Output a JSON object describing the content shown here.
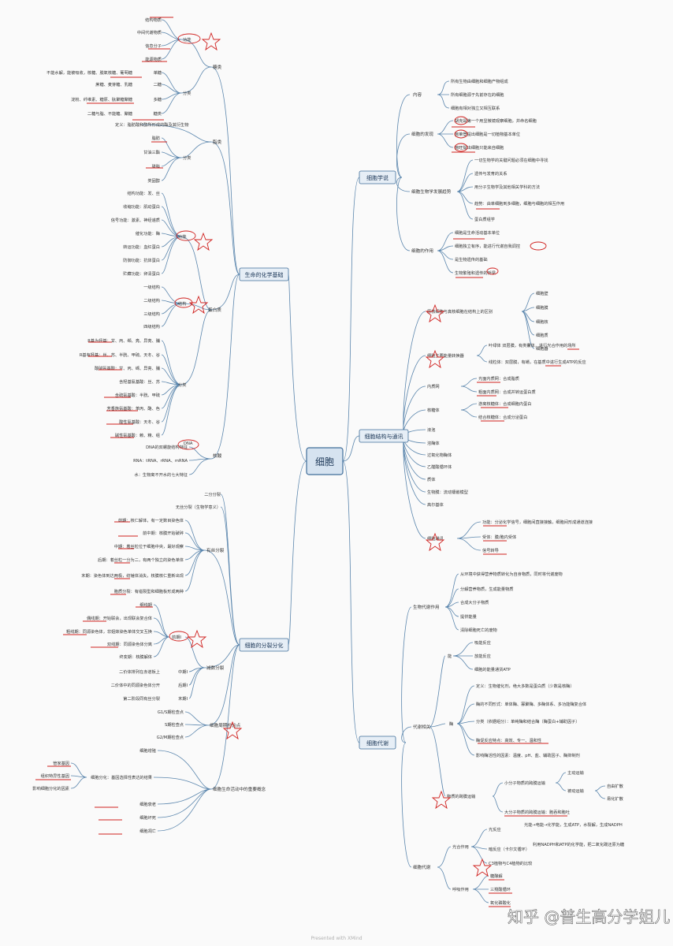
{
  "root": "细胞",
  "branches": {
    "chem": {
      "title": "生命的化学基础",
      "sugar": {
        "title": "糖类",
        "function_label": "功能",
        "functions": [
          "结构物质",
          "中间代谢物质",
          "信息分子",
          "能源物质"
        ],
        "class_label": "分类",
        "classes": [
          {
            "desc": "不能水解，能被吸收，核糖、脱氧核糖、葡萄糖",
            "name": "单糖"
          },
          {
            "desc": "蔗糖、麦芽糖、乳糖",
            "name": "二糖"
          },
          {
            "desc": "淀粉、纤维素、糖原、肽聚糖聚糖",
            "name": "多糖"
          },
          {
            "desc": "二糖与脂、不能糖、聚糖",
            "name": "糖类"
          }
        ]
      },
      "lipid": {
        "title": "脂类",
        "definition": "定义：脂肪酸和醇所形成的酯及其衍生物",
        "class_label": "分类",
        "classes": [
          "脂肪",
          "甘油三酯",
          "磷脂",
          "类固醇"
        ]
      },
      "protein": {
        "title": "蛋白质",
        "function_label": "功能",
        "functions": [
          "结构功能：发、丝",
          "收缩功能：肌动蛋白",
          "信号功能：激素、神经递质",
          "催化功能：酶",
          "转运功能：血红蛋白",
          "防御功能：抗体蛋白",
          "贮藏功能：卵清蛋白"
        ],
        "structure_label": "结构",
        "structures": [
          "一级结构",
          "二级结构",
          "三级结构",
          "四级结构"
        ],
        "class_label": "分类",
        "classes": [
          "R基为烃基：甘、丙、缬、亮、异亮、脯",
          "R基有羟基：丝、苏、半胱、甲硫、天冬、谷",
          "酸碱氨基酸：甘、丙、缬、异亮、脯",
          "含羟基氨基酸：丝、苏",
          "含硫氨基酸：半胱、甲硫",
          "芳香族氨基酸：苯丙、酪、色",
          "酸性氨基酸：天冬、谷",
          "碱性氨基酸：赖、精、组"
        ]
      },
      "nucleic": {
        "title": "核酸",
        "items": [
          "DNA的双螺旋结构特征",
          "RNA：tRNA、rRNA、mRNA"
        ],
        "dna_tag": "DNA",
        "water": "水：生物离不开水的七大特征"
      }
    },
    "division": {
      "title": "细胞的分裂分化",
      "items": [
        "二分分裂",
        "无丝分裂（生物学意义）"
      ],
      "mitosis": {
        "title": "有丝分裂",
        "phases": [
          "前期：核仁解体，有一定数目染色体",
          "前中期：核膜开始破碎",
          "中期：着丝粒位于细胞中央，最好观察",
          "后期：着丝粒一分为二，有两个独立的染色单体",
          "末期：染色体到达两极，纺锤体消失，核膜核仁重新出现",
          "胞质分裂：有缢裂型和细胞板形成两种"
        ]
      },
      "meiosis": {
        "title": "减数分裂",
        "phase1_label": "前期I",
        "phase1_items": [
          "细线期",
          "偶线期：开始联会，出现联会复合体",
          "粗线期：同源染色体，非姐妹染色单体交叉互换",
          "双线期：同源染色体分离",
          "终变期：核膜解体"
        ],
        "others": [
          {
            "desc": "二价体排列在赤道板上",
            "name": "中期I"
          },
          {
            "desc": "二价体中的同源染色体分开",
            "name": "后期I"
          },
          {
            "desc": "第二阶段同有丝分裂",
            "name": "末期I"
          }
        ]
      },
      "checkpoint": {
        "title": "细胞周期检验点",
        "items": [
          "G1/S期检查点",
          "S期检查点",
          "G2/M期检查点"
        ]
      },
      "lifecycle": {
        "title": "细胞生命活动中的重要概念",
        "items": [
          "细胞增殖",
          "细胞衰老",
          "细胞坏死",
          "细胞凋亡"
        ],
        "diff_label": "细胞分化：基因选择性表达的结果",
        "diff_items": [
          "管家基因",
          "组织特异性基因",
          "影响细胞分化的因素"
        ]
      }
    },
    "theory": {
      "title": "细胞学说",
      "content": {
        "title": "内容",
        "items": [
          "所有生物由细胞和细胞产物组成",
          "所有细胞源于先前存在的细胞",
          "细胞有相对独立又相互联系"
        ]
      },
      "discovery": {
        "title": "细胞的发现",
        "items": [
          "胡克是第一个用显微镜观察细胞，并命名细胞",
          "施莱登提出细胞是一切植物基本单位",
          "施旺提出细胞只能来自细胞"
        ]
      },
      "trend": {
        "title": "细胞生物学发展趋势",
        "items": [
          "一切生物学的关键问题必须在细胞中寻找",
          "遗传与发育的关系",
          "用分子生物学及其他相关学科的方法",
          "趋势：由单细胞到多细胞，细胞与细胞的相互作用",
          "蛋白质组学"
        ]
      },
      "role": {
        "title": "细胞的作用",
        "items": [
          "细胞是生命活动基本单位",
          "细胞独立有序，能进行代谢自我调控",
          "是生物遗传的基础",
          "生物繁殖和遗传的桥梁"
        ]
      }
    },
    "structure": {
      "title": "细胞结构与通讯",
      "compare": {
        "title": "原核细胞与真核细胞在结构上的区别",
        "items": [
          "细胞壁",
          "细胞膜",
          "细胞核",
          "细胞质",
          "细胞器"
        ]
      },
      "energy": {
        "title": "细胞主要能量转换器",
        "items": [
          "叶绿体    双层膜，有类囊体，进行光合作用的场所",
          "线粒体：双层膜，有嵴，在基质中进行生成ATP的反应"
        ]
      },
      "organelles": [
        {
          "name": "内质网",
          "subs": [
            "光面内质网：合成脂质",
            "粗面内质网：合成并转运蛋白质"
          ]
        },
        {
          "name": "核糖体",
          "subs": [
            "游离核糖体：合成细胞内蛋白",
            "结合核糖体：合成分泌蛋白"
          ]
        },
        {
          "name": "液泡"
        },
        {
          "name": "溶酶体"
        },
        {
          "name": "过氧化物酶体"
        },
        {
          "name": "乙醛酸循环体"
        },
        {
          "name": "质体"
        },
        {
          "name": "生物膜：流动镶嵌模型"
        },
        {
          "name": "高尔基体"
        }
      ],
      "signal": {
        "title": "细胞通讯",
        "items": [
          "功能：分泌化学信号，细胞间直接接触，细胞间形成通道连接",
          "受体：膜/胞内受体",
          "信号转导"
        ]
      }
    },
    "metabolism": {
      "title": "细胞代谢",
      "role": {
        "title": "生物代谢作用",
        "items": [
          "从环境中获得营养物质转化为自身物质，同时将代谢废物",
          "分解营养物质，生成能量物质",
          "合成大分子物质",
          "提供能量",
          "清除细胞死亡的废物"
        ]
      },
      "related": {
        "title": "代谢相关",
        "energy_label": "能",
        "energy_items": [
          "吸能反应",
          "放能反应",
          "细胞的能量通货ATP"
        ],
        "enzyme_label": "酶",
        "enzyme_items": [
          "定义：生物催化剂，绝大多数是蛋白质（少数是核酶）",
          "酶的不同形式：单体酶、寡聚酶、多酶体系、多功能酶复合体",
          "分类（依据组分）：单纯酶和结合酶（酶蛋白+辅助因子）",
          "酶促反应特点：高效、专一、温和性",
          "影响酶活性的因素：温度、pH、盐、辅助因子、酶抑制剂"
        ]
      },
      "transport": {
        "title": "物质的跨膜运输",
        "small_label": "小分子物质的跨膜运输",
        "active": "主动运输",
        "passive": "被动运输",
        "passive_items": [
          "自由扩散",
          "易化扩散"
        ],
        "large_label": "大分子物质的跨膜运输：胞吞和胞吐"
      },
      "process": {
        "title": "细胞代谢",
        "photo_label": "光合作用",
        "photo_items": [
          {
            "name": "光反应",
            "desc": "光能→电能→化学能，生成ATP，水裂解，生成NADPH"
          },
          {
            "name": "暗反应（卡尔文循环）",
            "desc": "利用NADPH和ATP的化学能，把二氧化碳还原为糖"
          },
          {
            "name": "C3植物与C4植物的比较",
            "desc": ""
          }
        ],
        "resp_label": "呼吸作用",
        "resp_items": [
          "糖酵解",
          "三羧酸循环",
          "氧化磷酸化"
        ]
      }
    }
  },
  "watermark": "知乎 @普生高分学姐儿",
  "footer": "Presented with XMind",
  "colors": {
    "line": "#5b86ad",
    "box_border": "#3f6d99",
    "box_fill": "#e6eef6",
    "root_fill": "#d6e3f0",
    "mark": "#d0211f"
  }
}
